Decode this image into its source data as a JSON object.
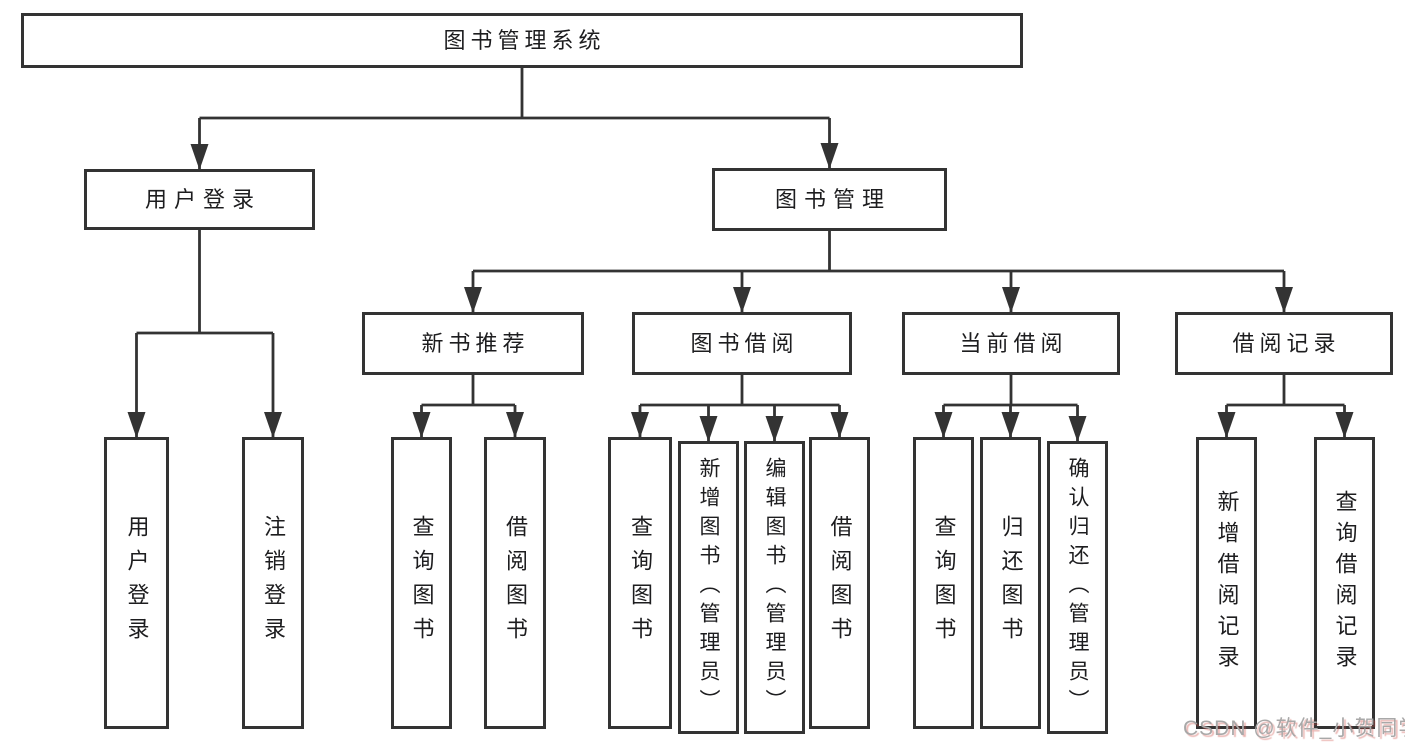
{
  "diagram_title": "图书管理系统",
  "nodes": {
    "root": "图书管理系统",
    "user_login": "用户登录",
    "book_mgmt": "图书管理",
    "new_book_rec": "新书推荐",
    "book_borrow": "图书借阅",
    "current_borrow": "当前借阅",
    "borrow_record": "借阅记录",
    "leaf_user_login": "用户登录",
    "leaf_logout": "注销登录",
    "leaf_query_book_a": "查询图书",
    "leaf_borrow_book_a": "借阅图书",
    "leaf_query_book_b": "查询图书",
    "leaf_add_book": "新增图书（管理员）",
    "leaf_edit_book": "编辑图书（管理员）",
    "leaf_borrow_book_b": "借阅图书",
    "leaf_query_book_c": "查询图书",
    "leaf_return_book": "归还图书",
    "leaf_confirm_return": "确认归还（管理员）",
    "leaf_add_record": "新增借阅记录",
    "leaf_query_record": "查询借阅记录"
  },
  "tree": {
    "图书管理系统": {
      "用户登录": [
        "用户登录",
        "注销登录"
      ],
      "图书管理": {
        "新书推荐": [
          "查询图书",
          "借阅图书"
        ],
        "图书借阅": [
          "查询图书",
          "新增图书（管理员）",
          "编辑图书（管理员）",
          "借阅图书"
        ],
        "当前借阅": [
          "查询图书",
          "归还图书",
          "确认归还（管理员）"
        ],
        "借阅记录": [
          "新增借阅记录",
          "查询借阅记录"
        ]
      }
    }
  },
  "watermark": {
    "text": "CSDN @软件_小贺同学"
  },
  "colors": {
    "line": "#333333",
    "box_border": "#333333",
    "box_fill": "#ffffff",
    "text": "#1d1d1f",
    "watermark": "#a8a8a8",
    "watermark_accent": "#cc4b43"
  }
}
